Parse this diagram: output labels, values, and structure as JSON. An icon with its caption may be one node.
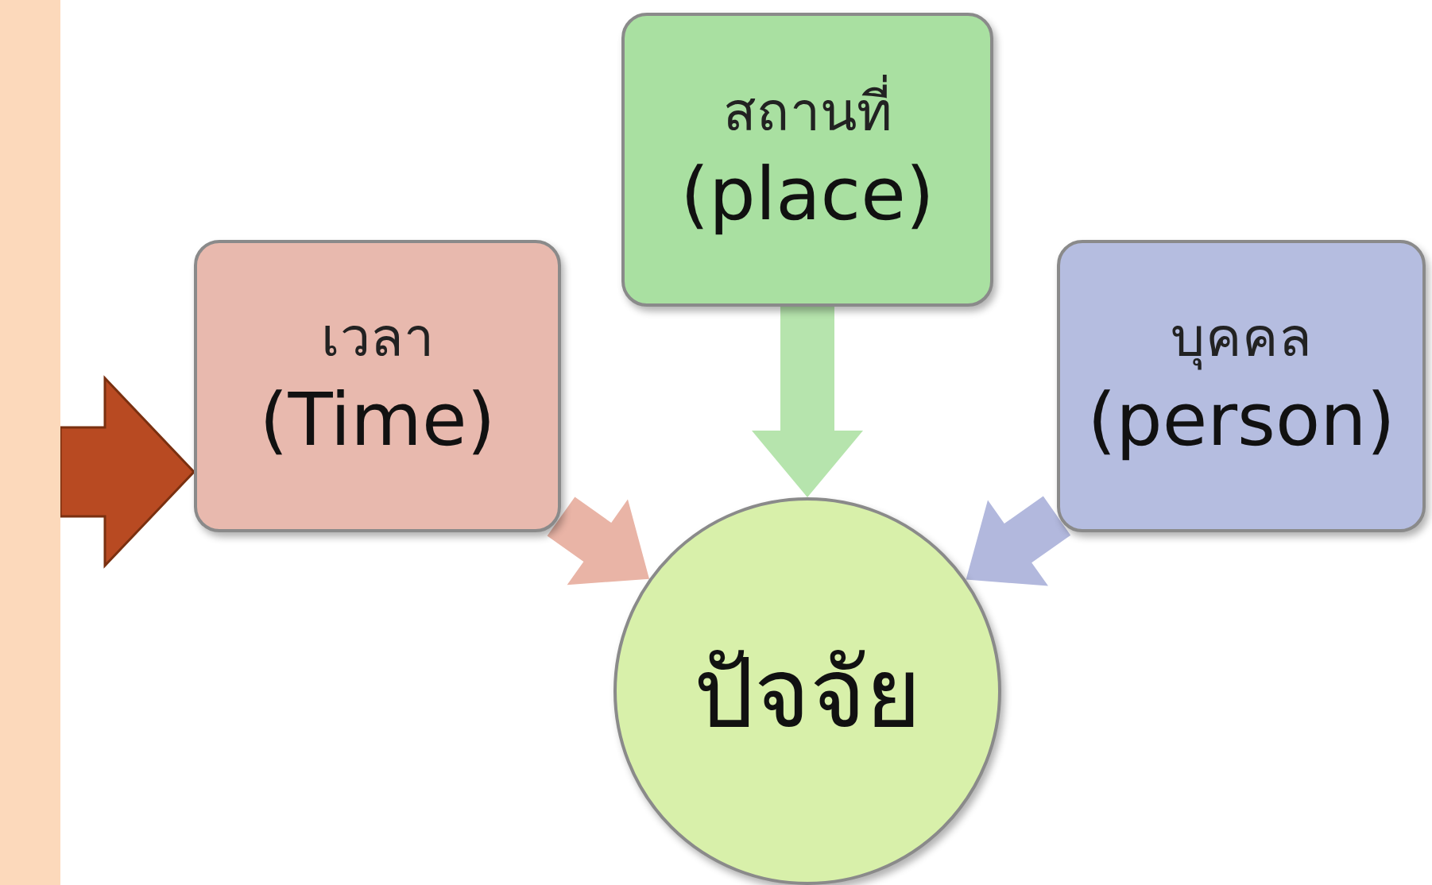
{
  "diagram": {
    "nodes": [
      {
        "text": [],
        "shape": "box"
      },
      {
        "text": [
          "เวลา",
          "(Time)"
        ]
      },
      {
        "text": [
          "สถานที่",
          "(place)"
        ]
      },
      {
        "text": [
          "บุคคล",
          "(person)"
        ]
      },
      {
        "text": [
          "ปัจจัย"
        ]
      }
    ],
    "edges": [
      {
        "from": 0,
        "to": 1,
        "arrow": "to",
        "style": "thick",
        "color": "#b84a22"
      },
      {
        "from": 1,
        "to": 4,
        "arrow": "to",
        "color": "#e9b4a6"
      },
      {
        "from": 2,
        "to": 4,
        "arrow": "to",
        "color": "#b6e4ad"
      },
      {
        "from": 3,
        "to": 4,
        "arrow": "to",
        "color": "#b2b8dd"
      }
    ]
  }
}
